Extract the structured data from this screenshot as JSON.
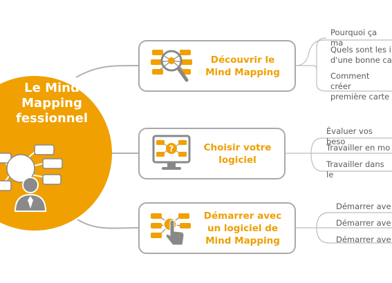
{
  "colors": {
    "accent": "#f0a000",
    "accent_dark": "#ee9f00",
    "border": "#a9a9a9",
    "text_gray": "#5a5a5a",
    "icon_gray": "#777777"
  },
  "hub": {
    "title": "Le Mind\nMapping\nfessionnel",
    "icon": "mind-map-person-icon"
  },
  "branches": [
    {
      "title": "Découvrir le\nMind Mapping",
      "icon": "magnifier-map-icon",
      "leaves": [
        "Pourquoi ça ma",
        "Quels sont les i\nd'une bonne ca",
        "Comment créer\npremière carte"
      ]
    },
    {
      "title": "Choisir votre\nlogiciel",
      "icon": "monitor-question-icon",
      "leaves": [
        "Évaluer vos beso",
        "Travailler en mo",
        "Travailler dans le"
      ]
    },
    {
      "title": "Démarrer avec\nun logiciel de\nMind Mapping",
      "icon": "touch-map-icon",
      "leaves": [
        "Démarrer ave",
        "Démarrer ave",
        "Démarrer ave"
      ]
    }
  ]
}
